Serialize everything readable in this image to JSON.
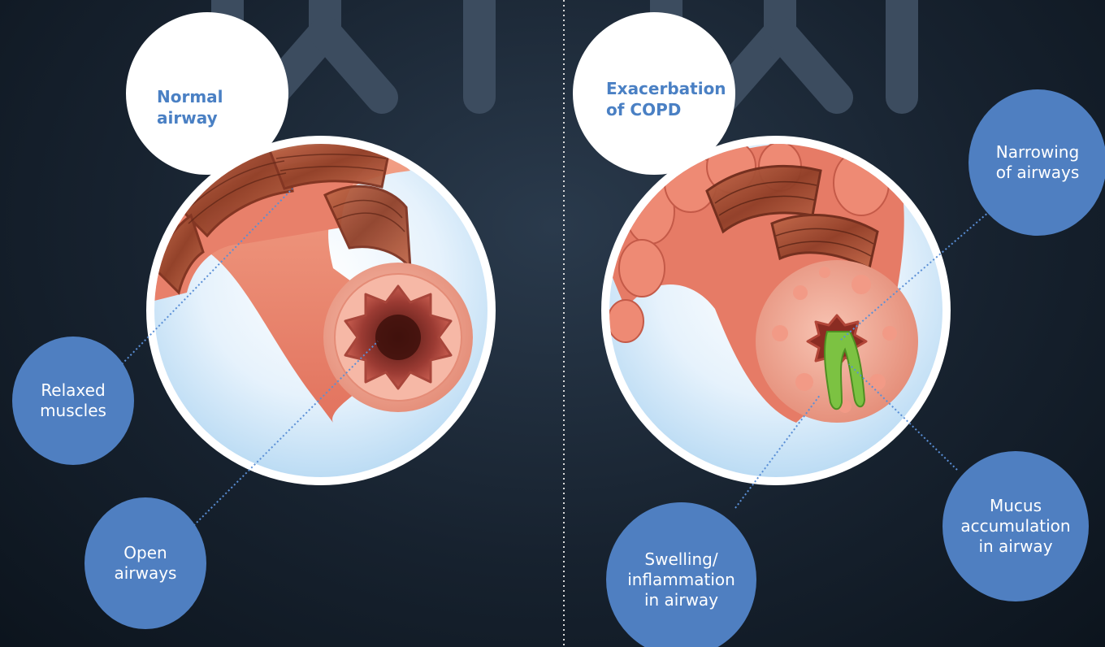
{
  "panels": {
    "normal": {
      "title": "Normal\nairway",
      "labels": {
        "relaxed_muscles": "Relaxed\nmuscles",
        "open_airways": "Open\nairways"
      }
    },
    "copd": {
      "title": "Exacerbation\nof COPD",
      "labels": {
        "narrowing": "Narrowing\nof airways",
        "mucus": "Mucus\naccumulation\nin airway",
        "swelling": "Swelling/\ninflammation\nin airway"
      }
    }
  },
  "colors": {
    "title": "#4a80c4",
    "callout": "#4f7fc1",
    "leader_line": "#5a8fd6",
    "divider": "#d9d9d9",
    "muscle": "#a8482e",
    "tissue": "#f0a08a",
    "mucus": "#7cc242"
  }
}
